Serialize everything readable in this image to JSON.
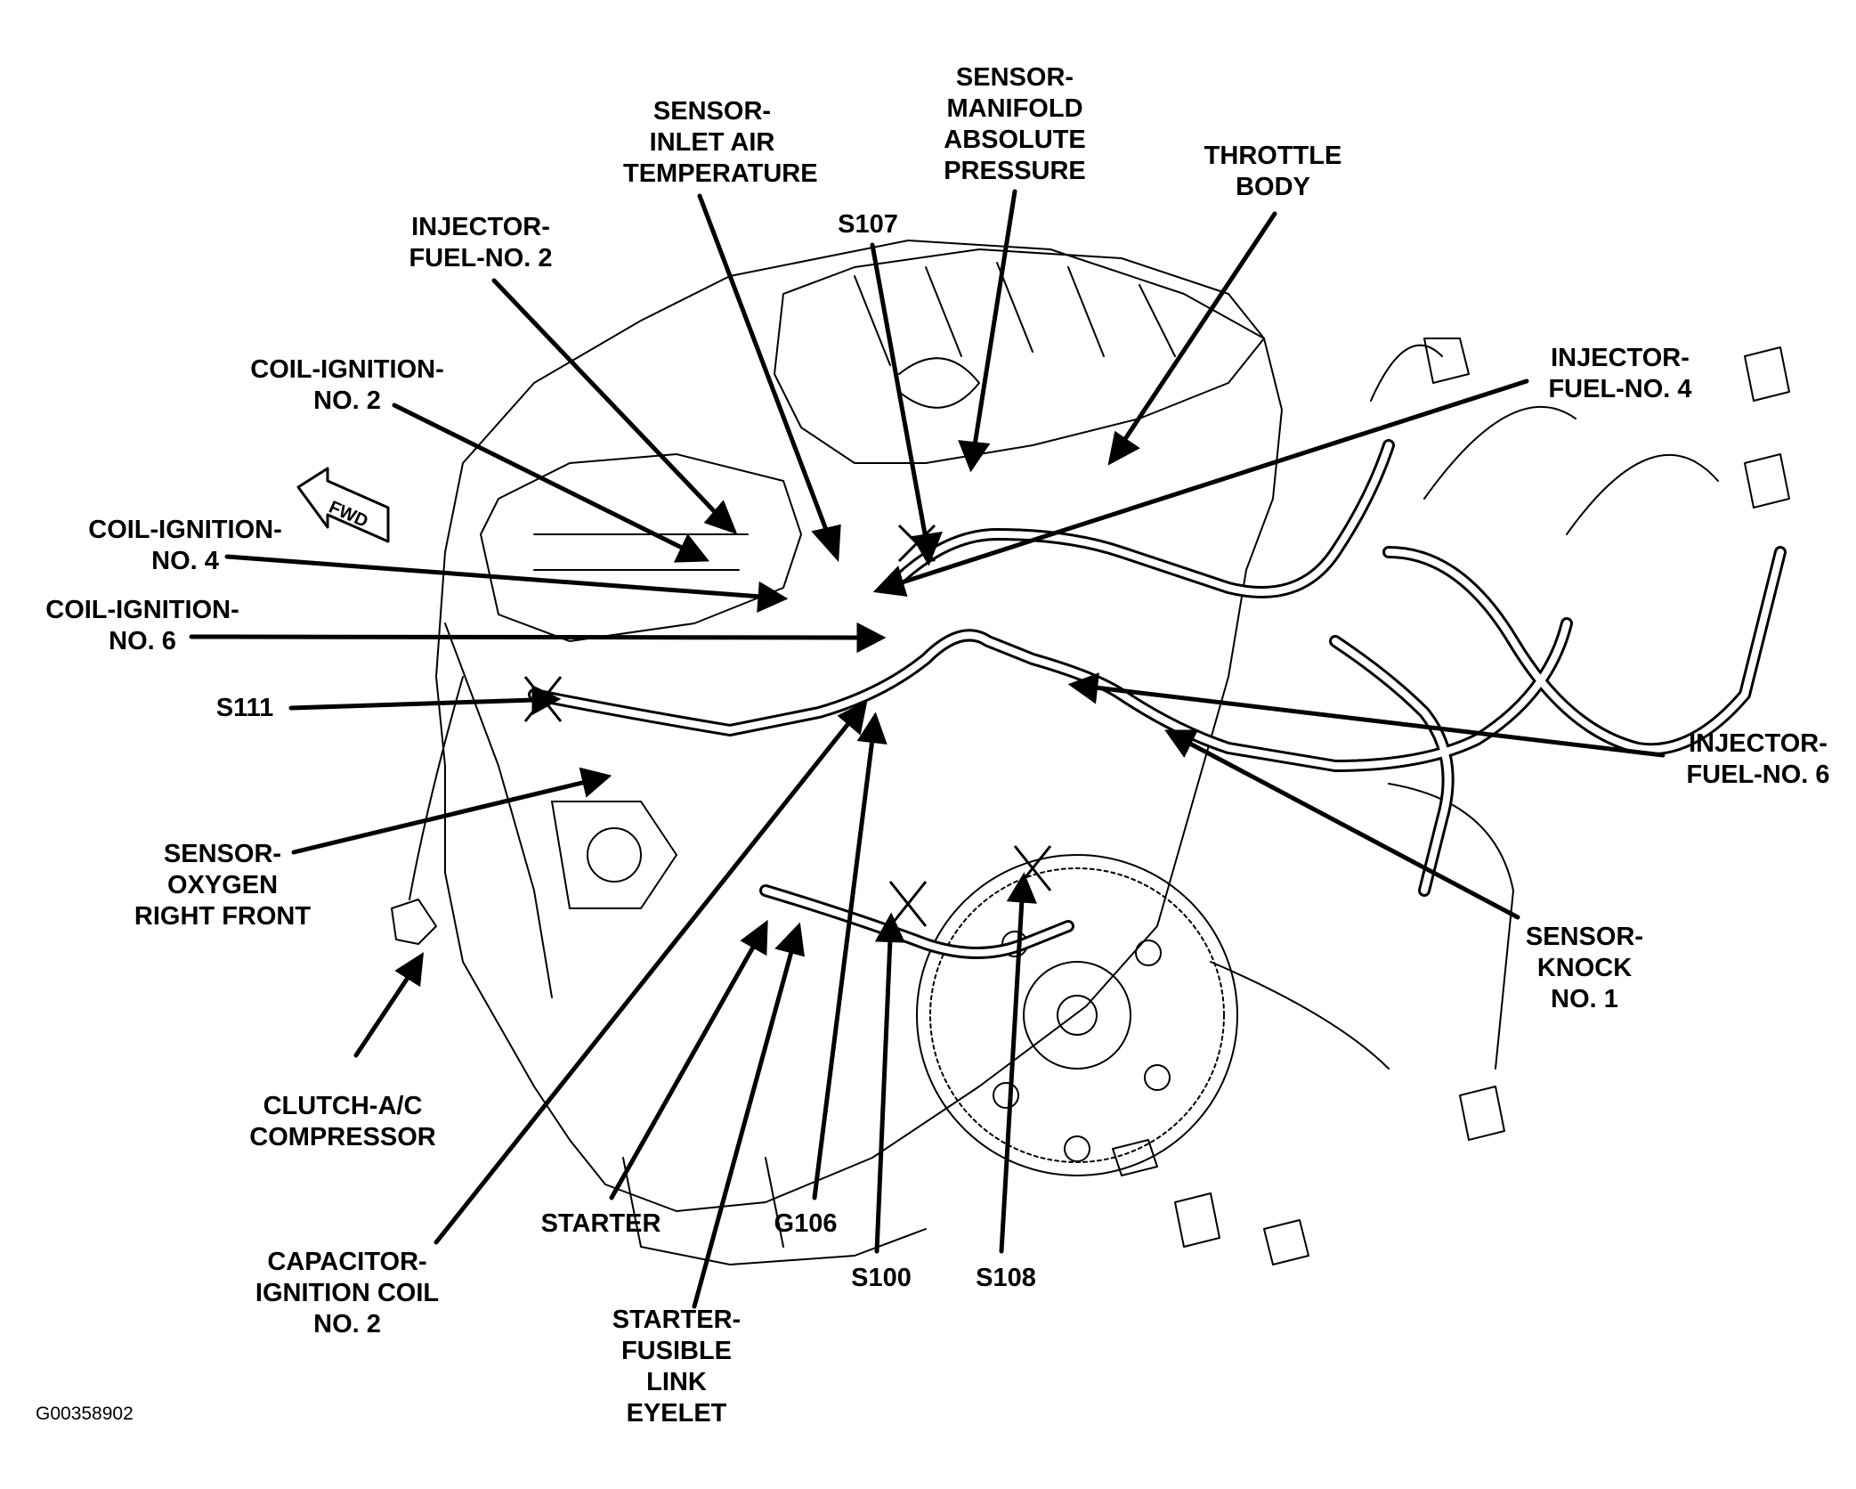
{
  "figure_id": "G00358902",
  "fwd_label": "FWD",
  "labels": {
    "sensor_iat": "SENSOR-\nINLET AIR\nTEMPERATURE",
    "sensor_map": "SENSOR-\nMANIFOLD\nABSOLUTE\nPRESSURE",
    "throttle_body": "THROTTLE\nBODY",
    "injector_no2": "INJECTOR-\nFUEL-NO. 2",
    "s107": "S107",
    "coil_no2": "COIL-IGNITION-\nNO. 2",
    "injector_no4": "INJECTOR-\nFUEL-NO. 4",
    "coil_no4": "COIL-IGNITION-\nNO. 4",
    "coil_no6": "COIL-IGNITION-\nNO. 6",
    "s111": "S111",
    "injector_no6": "INJECTOR-\nFUEL-NO. 6",
    "sensor_oxygen": "SENSOR-\nOXYGEN\nRIGHT FRONT",
    "sensor_knock": "SENSOR-\nKNOCK\nNO. 1",
    "clutch_ac": "CLUTCH-A/C\nCOMPRESSOR",
    "starter": "STARTER",
    "g106": "G106",
    "s100": "S100",
    "s108": "S108",
    "capacitor": "CAPACITOR-\nIGNITION COIL\nNO. 2",
    "starter_fusible": "STARTER-\nFUSIBLE\nLINK\nEYELET"
  }
}
